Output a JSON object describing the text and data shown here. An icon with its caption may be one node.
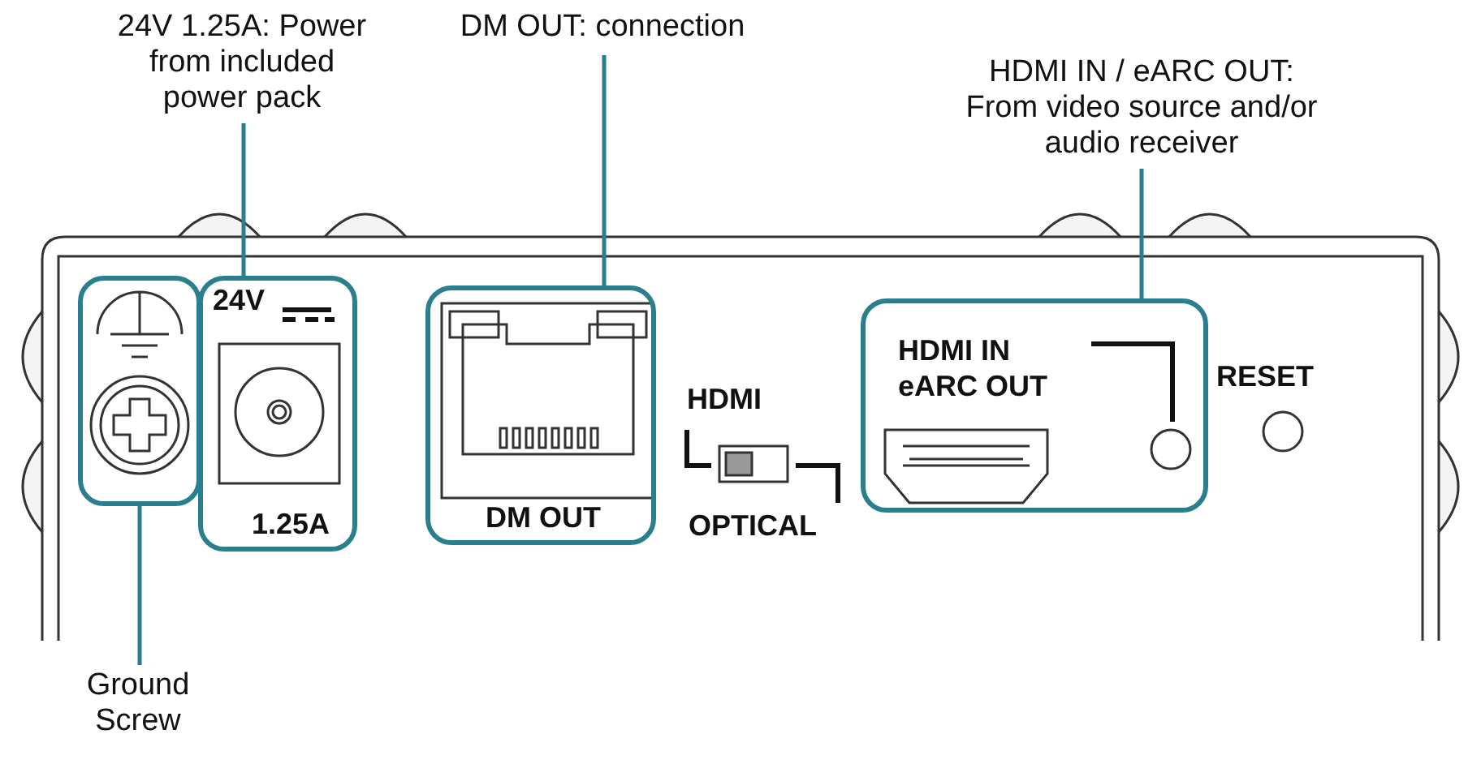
{
  "diagram": {
    "nodes": [
      {
        "text": [
          "24V 1.25A: Power from included power pack"
        ]
      },
      {
        "text": [
          "DM OUT: connection"
        ]
      },
      {
        "text": [
          "HDMI IN / eARC OUT: From video source and/or audio receiver"
        ]
      },
      {
        "text": [
          "Ground Screw"
        ]
      },
      {
        "text": [],
        "shape": "box"
      },
      {
        "text": [
          "24V",
          "1.25A"
        ]
      },
      {
        "text": [
          "DM OUT"
        ]
      },
      {
        "text": [
          "HDMI IN eARC OUT"
        ]
      }
    ],
    "edges": [
      {
        "from": 0,
        "to": 5,
        "arrow": "none"
      },
      {
        "from": 1,
        "to": 6,
        "arrow": "none"
      },
      {
        "from": 2,
        "to": 7,
        "arrow": "none"
      },
      {
        "from": 3,
        "to": 4,
        "arrow": "none"
      }
    ],
    "labels": [
      "HDMI",
      "OPTICAL",
      "RESET"
    ]
  }
}
